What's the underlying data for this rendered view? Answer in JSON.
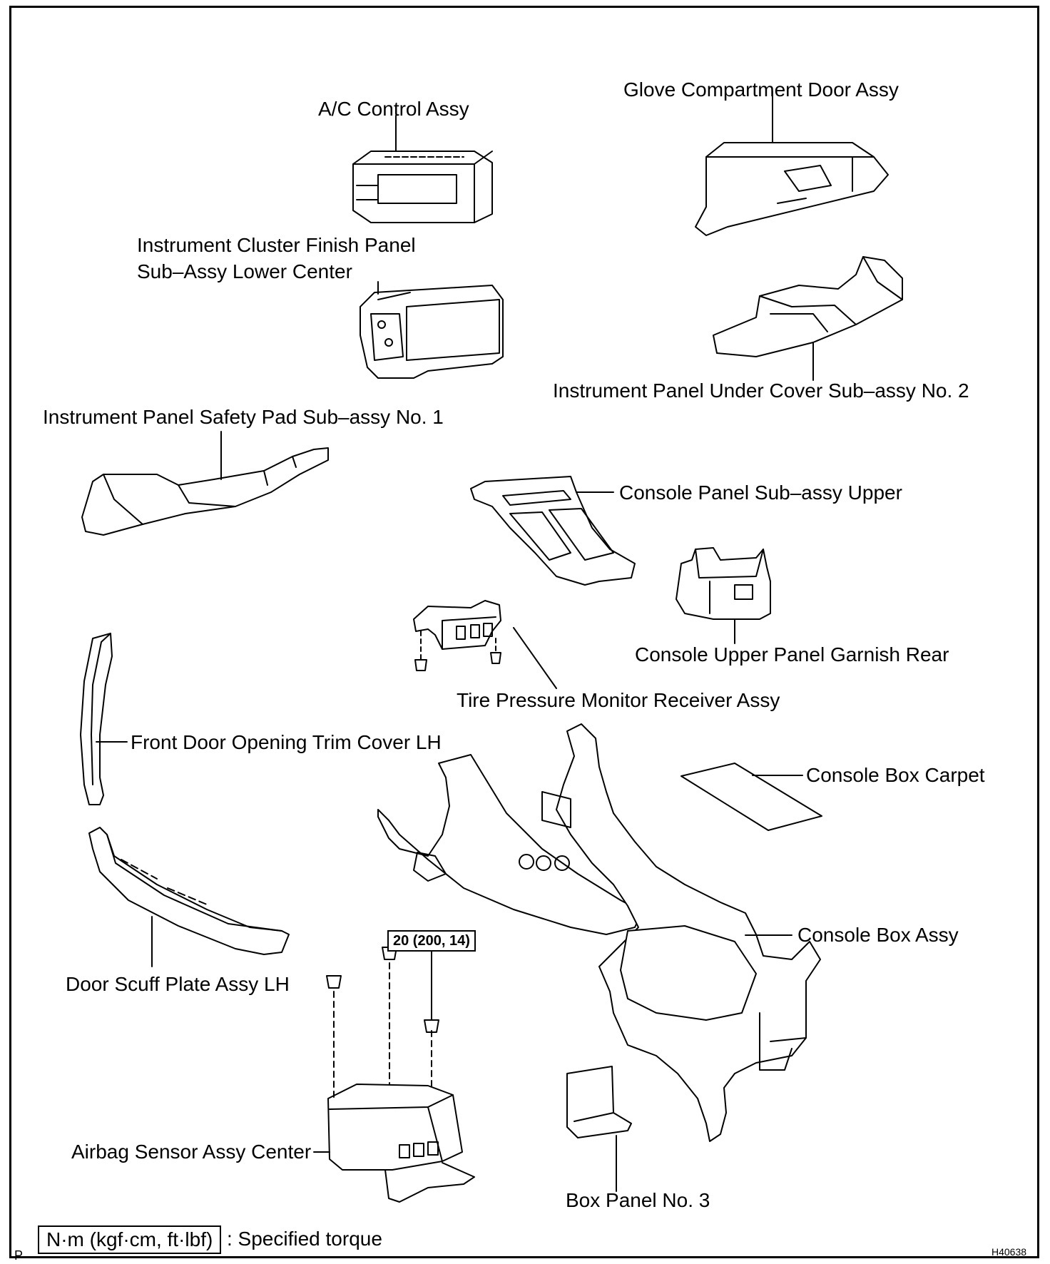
{
  "labels": {
    "ac_control": "A/C Control Assy",
    "glove_door": "Glove Compartment Door Assy",
    "cluster_finish_line1": "Instrument Cluster Finish Panel",
    "cluster_finish_line2": "Sub–Assy Lower Center",
    "under_cover": "Instrument Panel Under Cover Sub–assy No. 2",
    "safety_pad": "Instrument Panel Safety Pad Sub–assy No. 1",
    "console_upper": "Console Panel Sub–assy Upper",
    "garnish_rear": "Console Upper Panel Garnish Rear",
    "tire_receiver": "Tire Pressure Monitor Receiver Assy",
    "door_trim": "Front Door Opening Trim Cover LH",
    "box_carpet": "Console Box Carpet",
    "box_assy": "Console Box Assy",
    "scuff_plate": "Door Scuff Plate Assy LH",
    "airbag_sensor": "Airbag Sensor Assy Center",
    "box_panel": "Box Panel No. 3"
  },
  "torque": "20 (200, 14)",
  "legend": {
    "unit": "N·m (kgf·cm, ft·lbf)",
    "text": ": Specified torque"
  },
  "corner": {
    "left": "P",
    "right": "H40638"
  }
}
